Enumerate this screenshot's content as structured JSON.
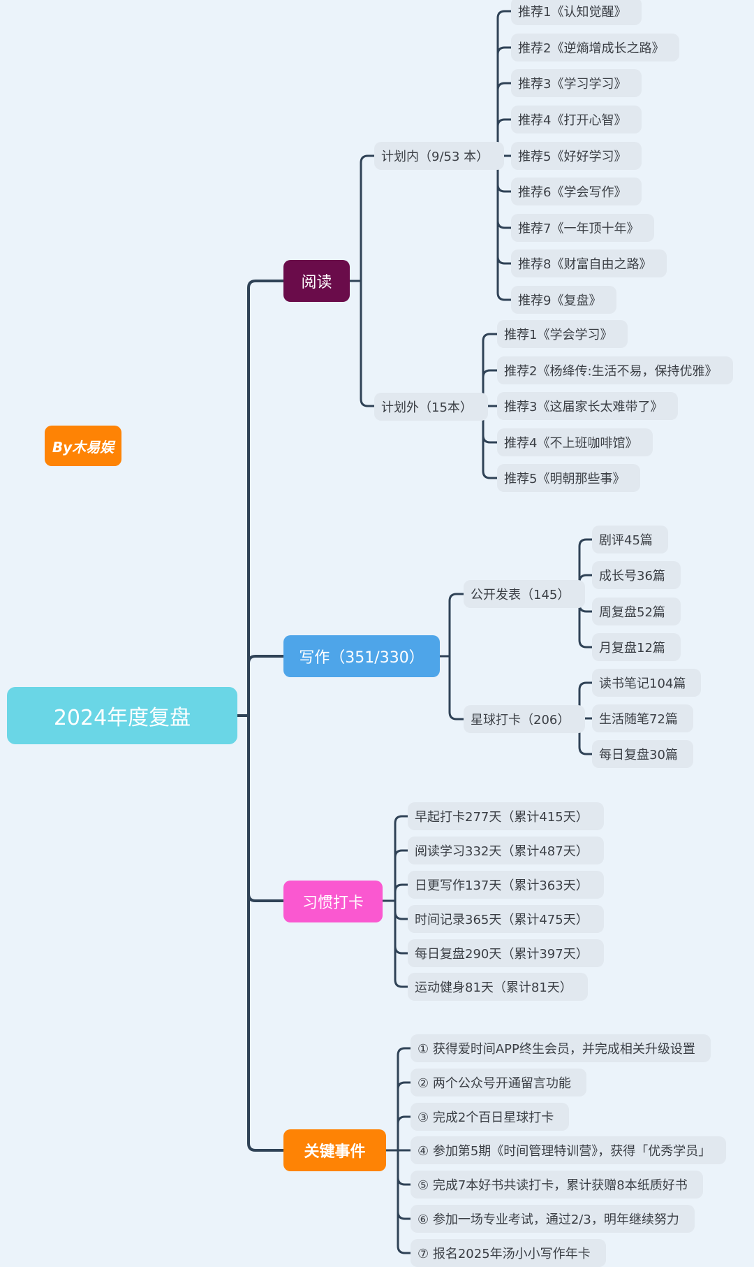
{
  "root": {
    "label": "2024年度复盘",
    "color": "#6ad6e6"
  },
  "author_tag": {
    "label": "By木易娱",
    "color": "#fe8305"
  },
  "line_color": "#2f4256",
  "branches": [
    {
      "id": "reading",
      "label": "阅读",
      "color": "#6a0c4a",
      "children": [
        {
          "label": "计划内（9/53 本）",
          "children": [
            "推荐1《认知觉醒》",
            "推荐2《逆熵增成长之路》",
            "推荐3《学习学习》",
            "推荐4《打开心智》",
            "推荐5《好好学习》",
            "推荐6《学会写作》",
            "推荐7《一年顶十年》",
            "推荐8《财富自由之路》",
            "推荐9《复盘》"
          ]
        },
        {
          "label": "计划外（15本）",
          "children": [
            "推荐1《学会学习》",
            "推荐2《杨绛传:生活不易，保持优雅》",
            "推荐3《这届家长太难带了》",
            "推荐4《不上班咖啡馆》",
            "推荐5《明朝那些事》"
          ]
        }
      ]
    },
    {
      "id": "writing",
      "label": "写作（351/330）",
      "color": "#4ea5e9",
      "children": [
        {
          "label": "公开发表（145）",
          "children": [
            "剧评45篇",
            "成长号36篇",
            "周复盘52篇",
            "月复盘12篇"
          ]
        },
        {
          "label": "星球打卡（206）",
          "children": [
            "读书笔记104篇",
            "生活随笔72篇",
            "每日复盘30篇"
          ]
        }
      ]
    },
    {
      "id": "habits",
      "label": "习惯打卡",
      "color": "#fa58d0",
      "items": [
        "早起打卡277天（累计415天）",
        "阅读学习332天（累计487天）",
        "日更写作137天（累计363天）",
        "时间记录365天（累计475天）",
        "每日复盘290天（累计397天）",
        "运动健身81天（累计81天）"
      ]
    },
    {
      "id": "events",
      "label": "关键事件",
      "color": "#fe8305",
      "items": [
        "① 获得爱时间APP终生会员，并完成相关升级设置",
        "② 两个公众号开通留言功能",
        "③ 完成2个百日星球打卡",
        "④ 参加第5期《时间管理特训营》，获得「优秀学员」",
        "⑤ 完成7本好书共读打卡，累计获赠8本纸质好书",
        "⑥ 参加一场专业考试，通过2/3，明年继续努力",
        "⑦ 报名2025年汤小小写作年卡"
      ]
    }
  ]
}
